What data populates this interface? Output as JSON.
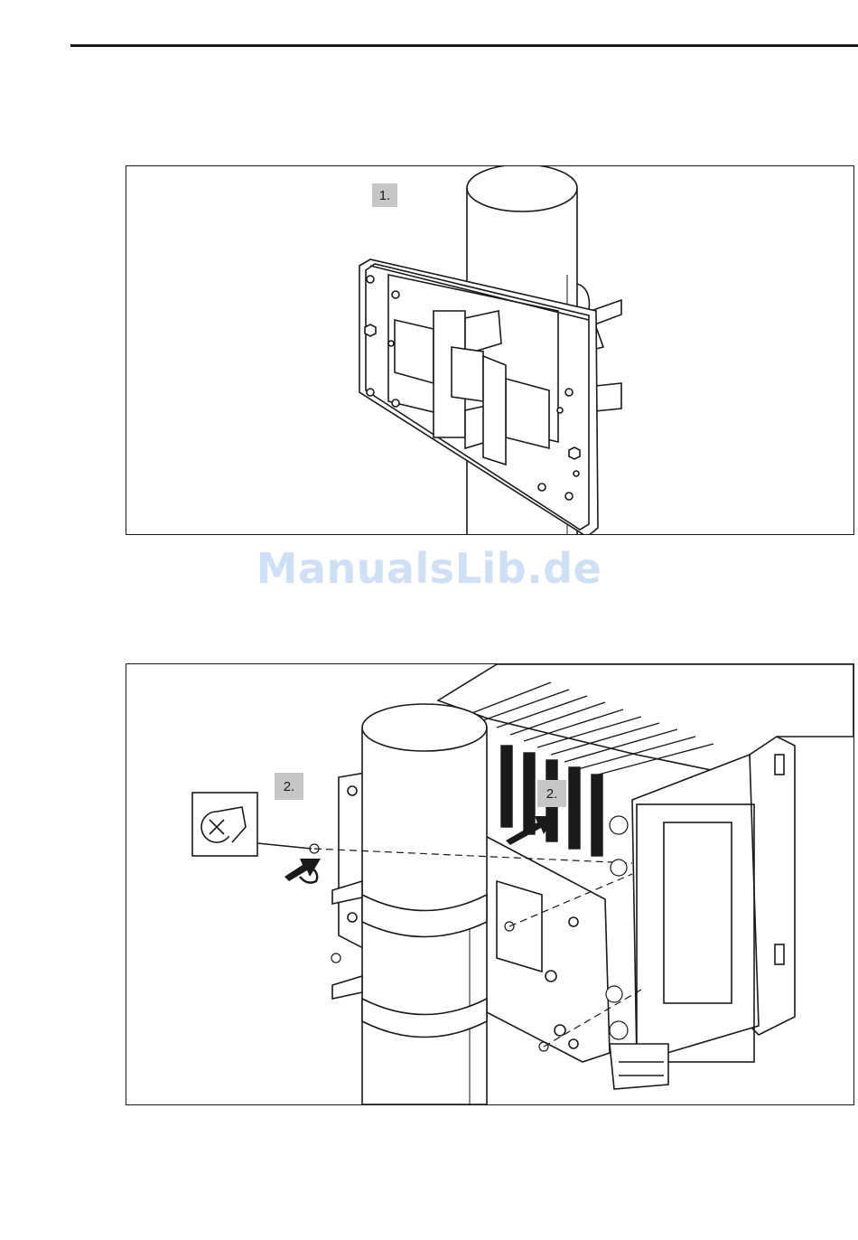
{
  "figure1": {
    "step_label": "1."
  },
  "figure2": {
    "step_label_left": "2.",
    "step_label_right": "2."
  },
  "watermark": {
    "text": "ManualsLib.de"
  }
}
